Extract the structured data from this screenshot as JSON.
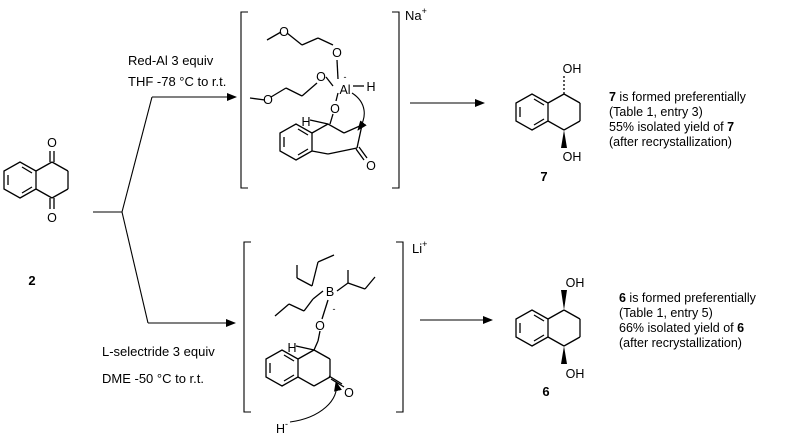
{
  "reagents": {
    "top_line1": "Red-Al 3 equiv",
    "top_line2": "THF -78 °C to r.t.",
    "bottom_line1": "L-selectride 3 equiv",
    "bottom_line2": "DME -50 °C to r.t."
  },
  "counterions": {
    "top_base": "Na",
    "top_charge": "+",
    "bottom_base": "Li",
    "bottom_charge": "+"
  },
  "atoms": {
    "O": "O",
    "OH": "OH",
    "H": "H",
    "Al": "Al",
    "B": "B",
    "minus": "-"
  },
  "compounds": {
    "start": "2",
    "top_product": "7",
    "bottom_product": "6"
  },
  "notes": {
    "top": {
      "num": "7",
      "line1_rest": " is formed preferentially",
      "line2": "(Table 1, entry 3)",
      "line3_prefix": "55% isolated yield of ",
      "line3_num": "7",
      "line4": "(after recrystallization)"
    },
    "bottom": {
      "num": "6",
      "line1_rest": " is formed preferentially",
      "line2": "(Table 1, entry 5)",
      "line3_prefix": "66% isolated yield of ",
      "line3_num": "6",
      "line4": "(after recrystallization)"
    }
  }
}
